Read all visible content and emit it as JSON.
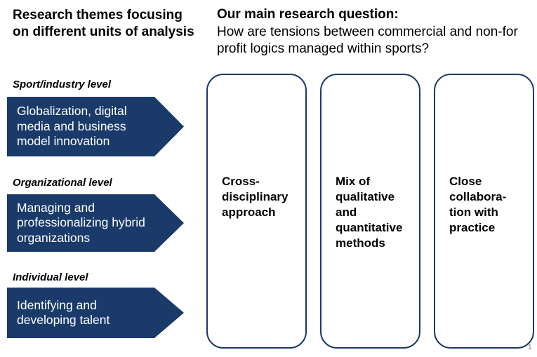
{
  "left_panel": {
    "title": "Research themes focusing on different units of analysis",
    "levels": [
      {
        "label": "Sport/industry level",
        "theme": "Globalization, digital media and business model innovation"
      },
      {
        "label": "Organizational level",
        "theme": "Managing and professionalizing hybrid organizations"
      },
      {
        "label": "Individual level",
        "theme": "Identifying and developing talent"
      }
    ]
  },
  "main_question": {
    "heading": "Our main research question:",
    "text": "How are tensions between commercial and non-for profit logics managed within sports?"
  },
  "approach_cards": [
    {
      "text": "Cross-\ndisciplinary\napproach"
    },
    {
      "text": "Mix of\nqualitative\nand\nquantitative\nmethods"
    },
    {
      "text": "Close\ncollabora-\ntion with\npractice"
    }
  ],
  "page_number": "1",
  "colors": {
    "arrow_fill": "#1a3a6a",
    "card_border": "#1a3a6a"
  }
}
